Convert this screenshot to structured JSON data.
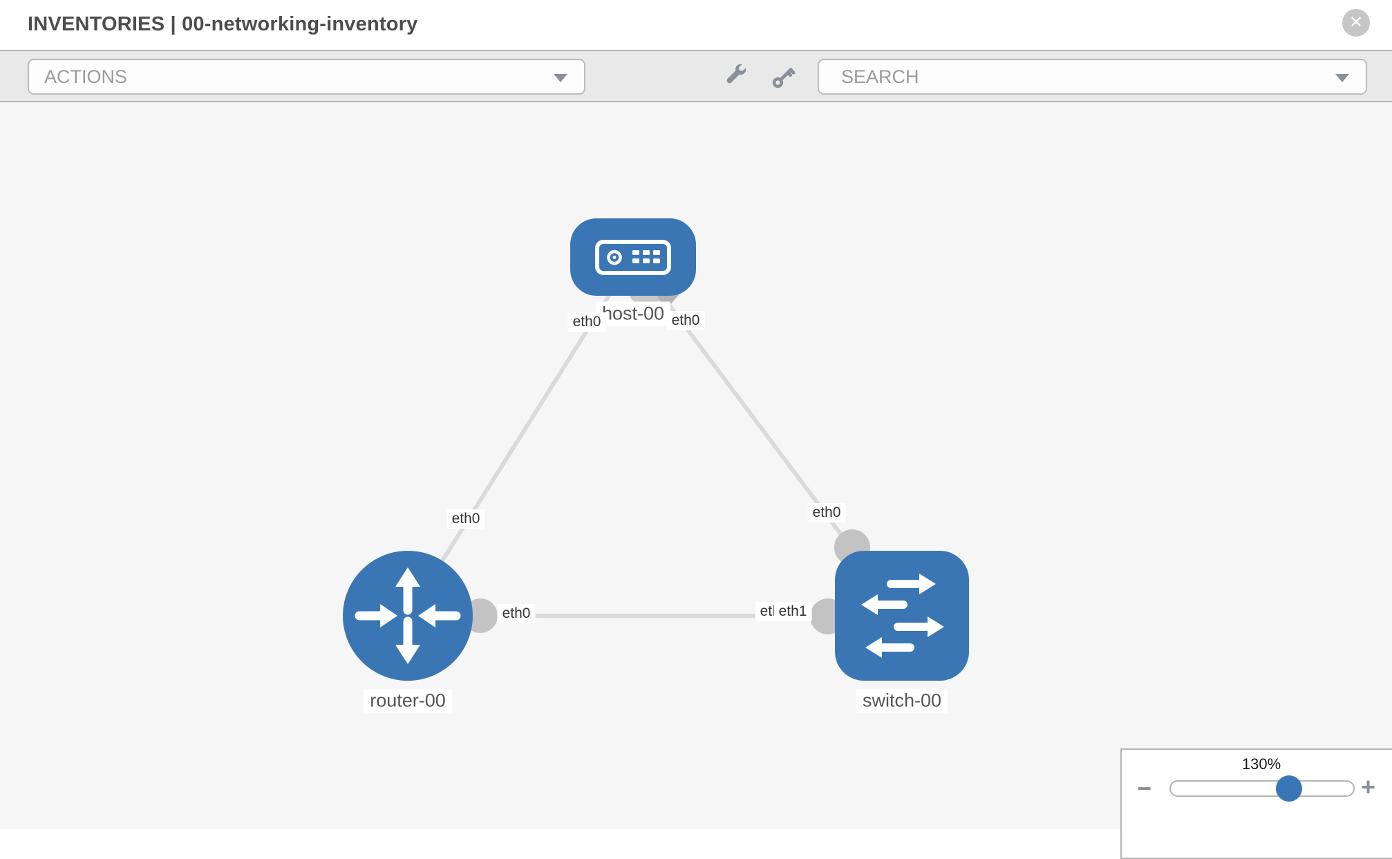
{
  "header": {
    "title": "INVENTORIES | 00-networking-inventory",
    "close": "✕"
  },
  "toolbar": {
    "actions_label": "ACTIONS",
    "search_placeholder": "SEARCH"
  },
  "topology": {
    "nodes": [
      {
        "id": "host-00",
        "type": "host",
        "label": "host-00"
      },
      {
        "id": "router-00",
        "type": "router",
        "label": "router-00"
      },
      {
        "id": "switch-00",
        "type": "switch",
        "label": "switch-00"
      }
    ],
    "links": [
      {
        "from": "router-00",
        "to": "host-00",
        "from_interface": "eth0",
        "to_interface": "eth0"
      },
      {
        "from": "host-00",
        "to": "switch-00",
        "from_interface": "eth0",
        "to_interface": "eth0"
      },
      {
        "from": "router-00",
        "to": "switch-00",
        "from_interface": "eth0",
        "to_interface": "eth1",
        "to_interface_overlapped": "eth0"
      }
    ]
  },
  "zoom": {
    "level": "130%",
    "minus": "−",
    "plus": "+"
  },
  "colors": {
    "node_blue": "#3b76b4",
    "link_gray": "#dadada",
    "port_gray": "#c6c6c6",
    "toolbar_gray": "#e9e9e9"
  }
}
